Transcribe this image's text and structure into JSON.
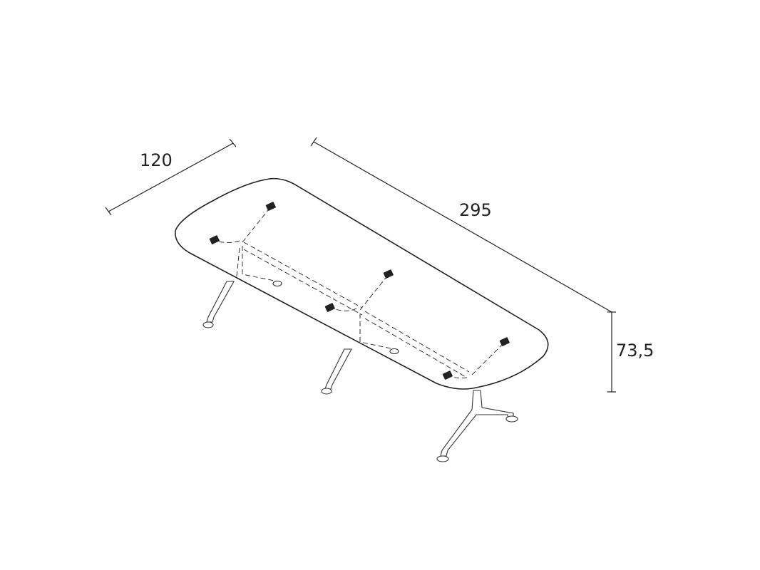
{
  "dimensions": {
    "depth": "120",
    "length": "295",
    "height": "73,5"
  },
  "colors": {
    "line": "#222222",
    "background": "#ffffff"
  }
}
